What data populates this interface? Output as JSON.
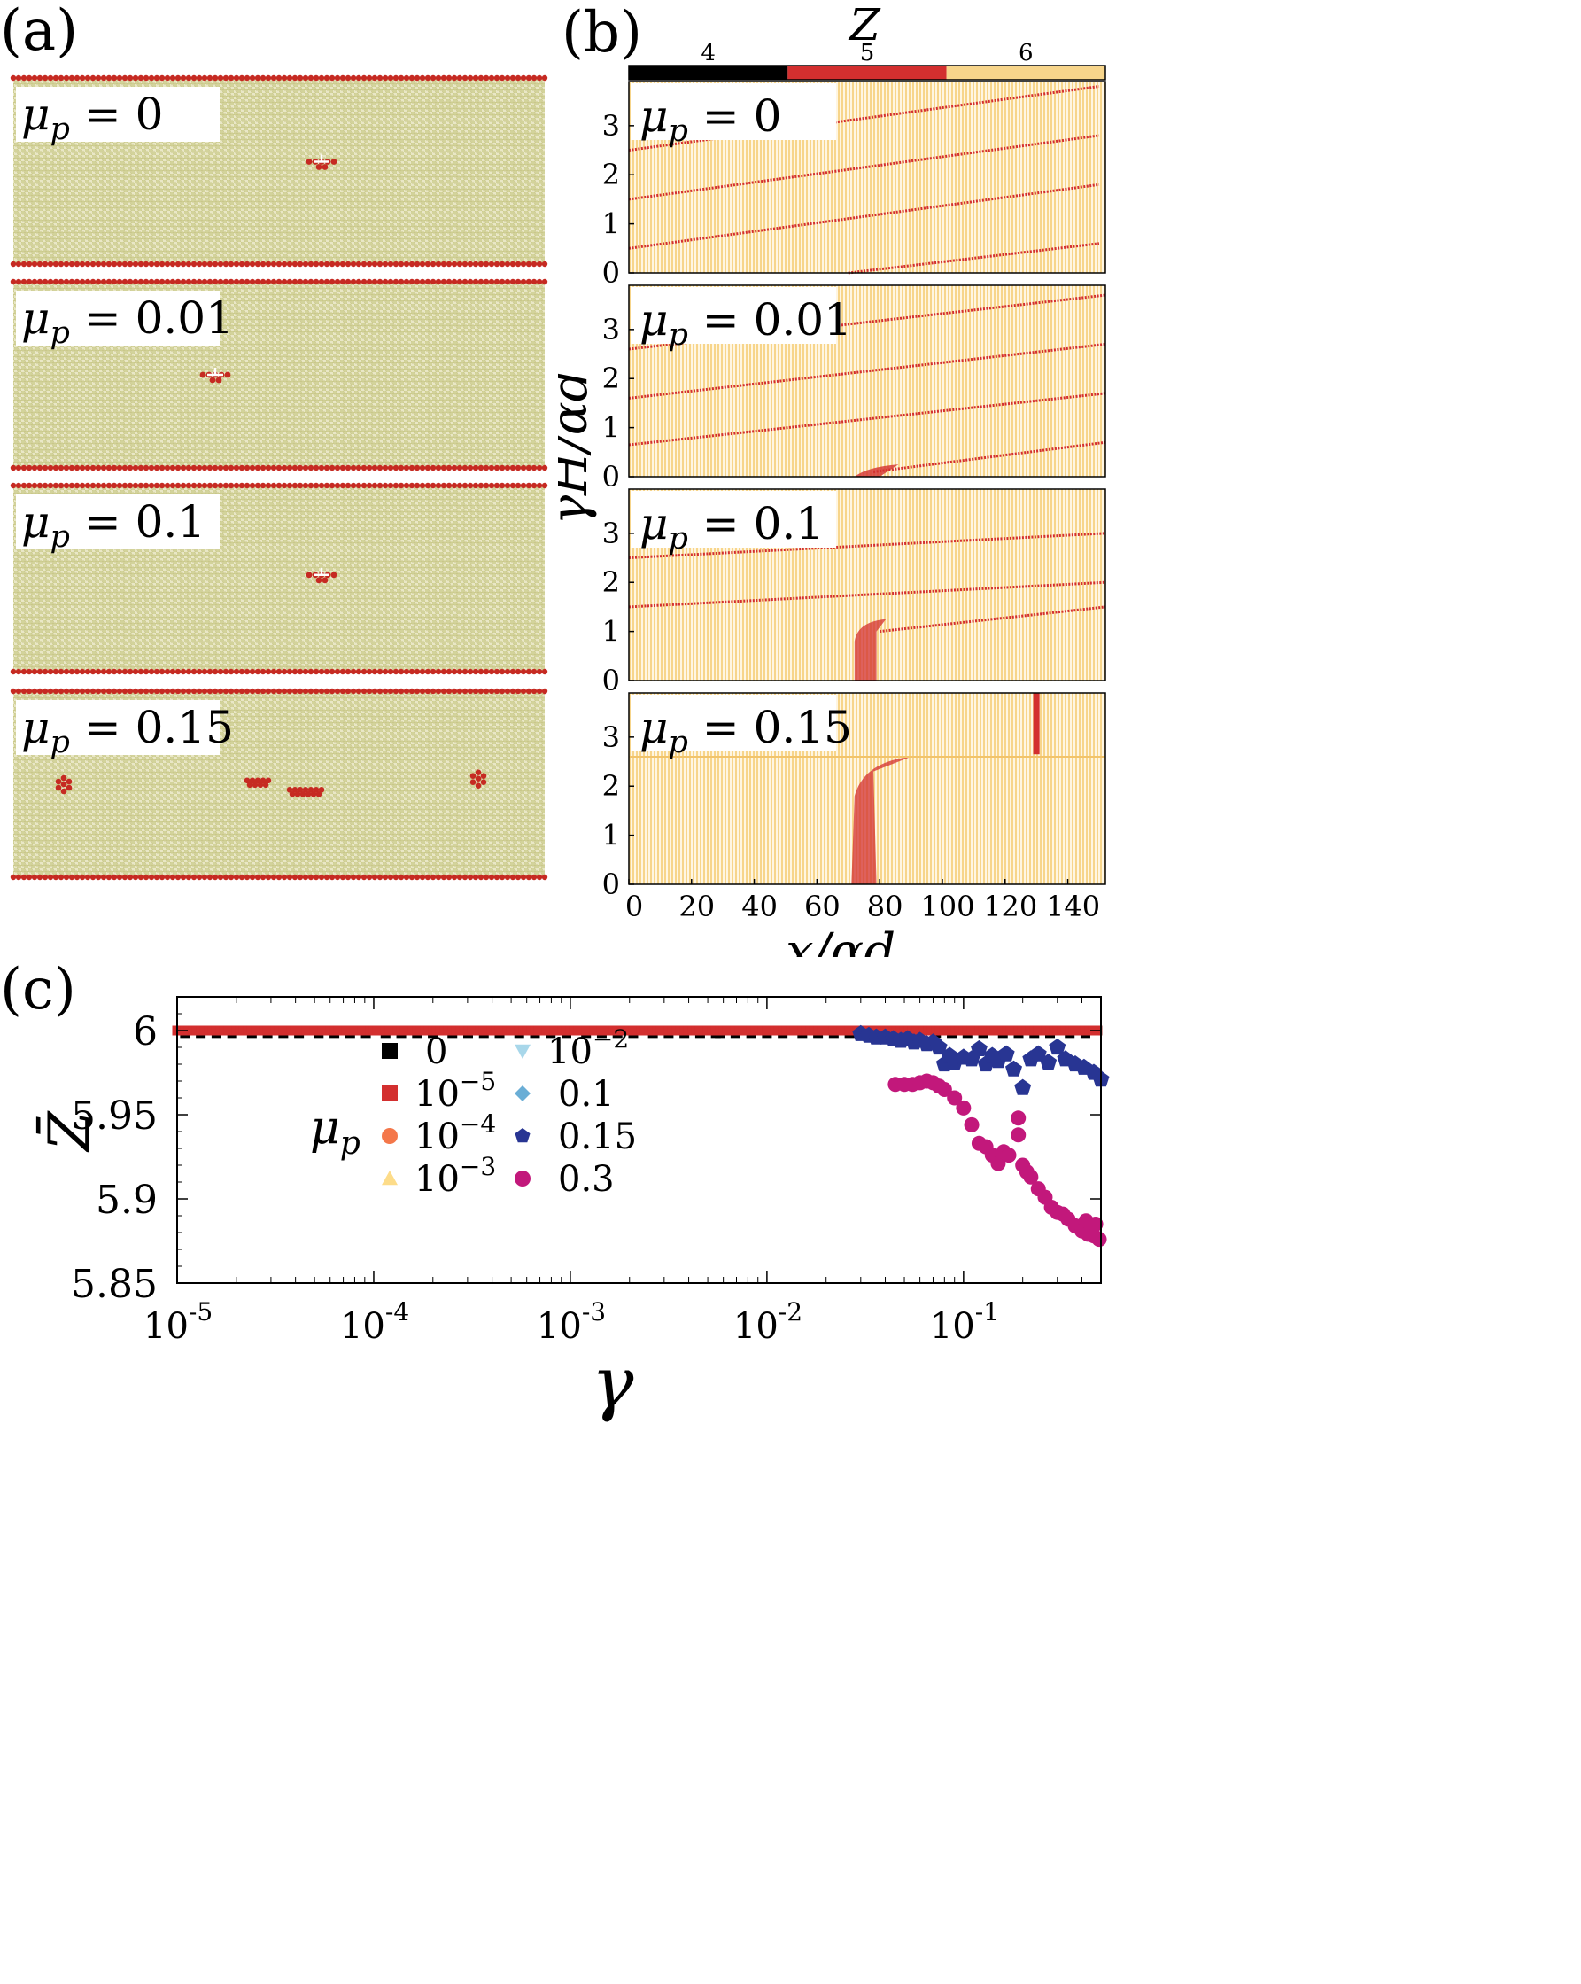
{
  "panel_labels": {
    "a": "(a)",
    "b": "(b)",
    "c": "(c)"
  },
  "colors": {
    "lattice": "#d3d39b",
    "lattice_stroke": "#b9b66a",
    "wall": "#c62a22",
    "defect": "#c62a22",
    "z4": "#000000",
    "z5": "#d32f2f",
    "z6": "#f7d58b"
  },
  "panel_a": {
    "items": [
      {
        "label": "μ",
        "sub": "p",
        "rest": " = 0",
        "defects": [
          {
            "kind": "dislocation",
            "at": [
              0.58,
              0.45
            ]
          }
        ]
      },
      {
        "label": "μ",
        "sub": "p",
        "rest": " = 0.01",
        "defects": [
          {
            "kind": "dislocation",
            "at": [
              0.38,
              0.5
            ]
          }
        ]
      },
      {
        "label": "μ",
        "sub": "p",
        "rest": " = 0.1",
        "defects": [
          {
            "kind": "dislocation",
            "at": [
              0.58,
              0.48
            ]
          }
        ]
      },
      {
        "label": "μ",
        "sub": "p",
        "rest": " = 0.15",
        "defects": [
          {
            "kind": "cluster",
            "at": [
              0.095,
              0.5
            ]
          },
          {
            "kind": "row",
            "at": [
              0.46,
              0.48
            ]
          },
          {
            "kind": "row2",
            "at": [
              0.55,
              0.53
            ]
          },
          {
            "kind": "cluster",
            "at": [
              0.875,
              0.47
            ]
          }
        ]
      }
    ]
  },
  "colorbar": {
    "title": "Z",
    "segments": [
      {
        "label": "4",
        "color": "#000000"
      },
      {
        "label": "5",
        "color": "#d32f2f"
      },
      {
        "label": "6",
        "color": "#f7d58b"
      }
    ]
  },
  "panel_b": {
    "xlabel": "x/αd",
    "ylabel": "γH/αd",
    "xticks": [
      "0",
      "20",
      "40",
      "60",
      "80",
      "100",
      "120",
      "140"
    ],
    "yticks": [
      "0",
      "1",
      "2",
      "3"
    ],
    "xlim": [
      0,
      152
    ],
    "ylim": [
      0,
      3.9
    ],
    "items": [
      {
        "label": "μ",
        "sub": "p",
        "rest": " = 0"
      },
      {
        "label": "μ",
        "sub": "p",
        "rest": " = 0.01"
      },
      {
        "label": "μ",
        "sub": "p",
        "rest": " = 0.1"
      },
      {
        "label": "μ",
        "sub": "p",
        "rest": " = 0.15"
      }
    ]
  },
  "chart_data": {
    "type": "scatter",
    "xlabel": "γ",
    "ylabel": "Z̄",
    "xscale": "log",
    "xlim": [
      1e-05,
      0.5
    ],
    "ylim": [
      5.85,
      6.02
    ],
    "xticks": [
      {
        "base": "10",
        "exp": "-5",
        "value": 1e-05
      },
      {
        "base": "10",
        "exp": "-4",
        "value": 0.0001
      },
      {
        "base": "10",
        "exp": "-3",
        "value": 0.001
      },
      {
        "base": "10",
        "exp": "-2",
        "value": 0.01
      },
      {
        "base": "10",
        "exp": "-1",
        "value": 0.1
      }
    ],
    "yticks": [
      "5.85",
      "5.9",
      "5.95",
      "6"
    ],
    "ytick_values": [
      5.85,
      5.9,
      5.95,
      6.0
    ],
    "legend_title": {
      "label": "μ",
      "sub": "p"
    },
    "legend_position": "center-left",
    "grid": false,
    "series": [
      {
        "name": "0",
        "color": "#000000",
        "marker": "square",
        "y": 6.0
      },
      {
        "name": "10",
        "exp": "−5",
        "color": "#d32f2f",
        "marker": "square",
        "y": 6.0
      },
      {
        "name": "10",
        "exp": "−4",
        "color": "#f4774a",
        "marker": "circle",
        "y": 6.0
      },
      {
        "name": "10",
        "exp": "−3",
        "color": "#fddc89",
        "marker": "triangle-up",
        "y": 6.0
      },
      {
        "name": "10",
        "exp": "−2",
        "color": "#a8d7ea",
        "marker": "triangle-down",
        "y": 6.0
      },
      {
        "name": "0.1",
        "color": "#6aaed6",
        "marker": "diamond",
        "y": 6.0
      },
      {
        "name": "0.15",
        "color": "#283593",
        "marker": "pentagon",
        "points": [
          [
            0.03,
            5.998
          ],
          [
            0.033,
            5.997
          ],
          [
            0.036,
            5.996
          ],
          [
            0.04,
            5.996
          ],
          [
            0.044,
            5.995
          ],
          [
            0.048,
            5.994
          ],
          [
            0.052,
            5.995
          ],
          [
            0.056,
            5.993
          ],
          [
            0.06,
            5.994
          ],
          [
            0.065,
            5.992
          ],
          [
            0.07,
            5.993
          ],
          [
            0.075,
            5.99
          ],
          [
            0.08,
            5.98
          ],
          [
            0.085,
            5.985
          ],
          [
            0.09,
            5.981
          ],
          [
            0.1,
            5.984
          ],
          [
            0.11,
            5.983
          ],
          [
            0.12,
            5.989
          ],
          [
            0.13,
            5.98
          ],
          [
            0.14,
            5.985
          ],
          [
            0.15,
            5.982
          ],
          [
            0.165,
            5.986
          ],
          [
            0.18,
            5.977
          ],
          [
            0.2,
            5.966
          ],
          [
            0.22,
            5.983
          ],
          [
            0.24,
            5.986
          ],
          [
            0.27,
            5.981
          ],
          [
            0.3,
            5.99
          ],
          [
            0.33,
            5.983
          ],
          [
            0.37,
            5.98
          ],
          [
            0.41,
            5.978
          ],
          [
            0.46,
            5.975
          ],
          [
            0.5,
            5.971
          ]
        ]
      },
      {
        "name": "0.3",
        "color": "#c2187b",
        "marker": "circle",
        "points": [
          [
            0.045,
            5.968
          ],
          [
            0.05,
            5.968
          ],
          [
            0.055,
            5.968
          ],
          [
            0.06,
            5.969
          ],
          [
            0.065,
            5.97
          ],
          [
            0.07,
            5.969
          ],
          [
            0.075,
            5.967
          ],
          [
            0.08,
            5.965
          ],
          [
            0.09,
            5.96
          ],
          [
            0.1,
            5.954
          ],
          [
            0.11,
            5.944
          ],
          [
            0.12,
            5.933
          ],
          [
            0.13,
            5.931
          ],
          [
            0.14,
            5.926
          ],
          [
            0.15,
            5.921
          ],
          [
            0.16,
            5.928
          ],
          [
            0.17,
            5.926
          ],
          [
            0.19,
            5.938
          ],
          [
            0.19,
            5.948
          ],
          [
            0.2,
            5.92
          ],
          [
            0.21,
            5.916
          ],
          [
            0.22,
            5.913
          ],
          [
            0.24,
            5.906
          ],
          [
            0.26,
            5.901
          ],
          [
            0.28,
            5.895
          ],
          [
            0.3,
            5.892
          ],
          [
            0.32,
            5.891
          ],
          [
            0.34,
            5.888
          ],
          [
            0.37,
            5.884
          ],
          [
            0.4,
            5.881
          ],
          [
            0.43,
            5.879
          ],
          [
            0.46,
            5.878
          ],
          [
            0.49,
            5.876
          ],
          [
            0.47,
            5.885
          ],
          [
            0.42,
            5.887
          ]
        ]
      }
    ]
  }
}
